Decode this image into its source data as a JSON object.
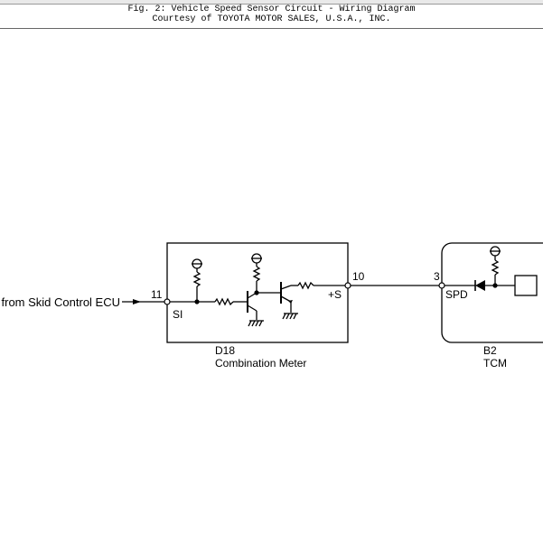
{
  "caption": {
    "title": "Fig. 2: Vehicle Speed Sensor Circuit - Wiring Diagram",
    "courtesy": "Courtesy of TOYOTA MOTOR SALES, U.S.A., INC."
  },
  "diagram": {
    "input_label": "from Skid Control ECU",
    "combination_meter": {
      "connector": "D18",
      "name": "Combination Meter",
      "pin_in_number": "11",
      "pin_in_name": "SI",
      "pin_out_number": "10",
      "pin_out_name": "+S"
    },
    "tcm": {
      "connector": "B2",
      "name": "TCM",
      "pin_number": "3",
      "pin_name": "SPD"
    }
  }
}
